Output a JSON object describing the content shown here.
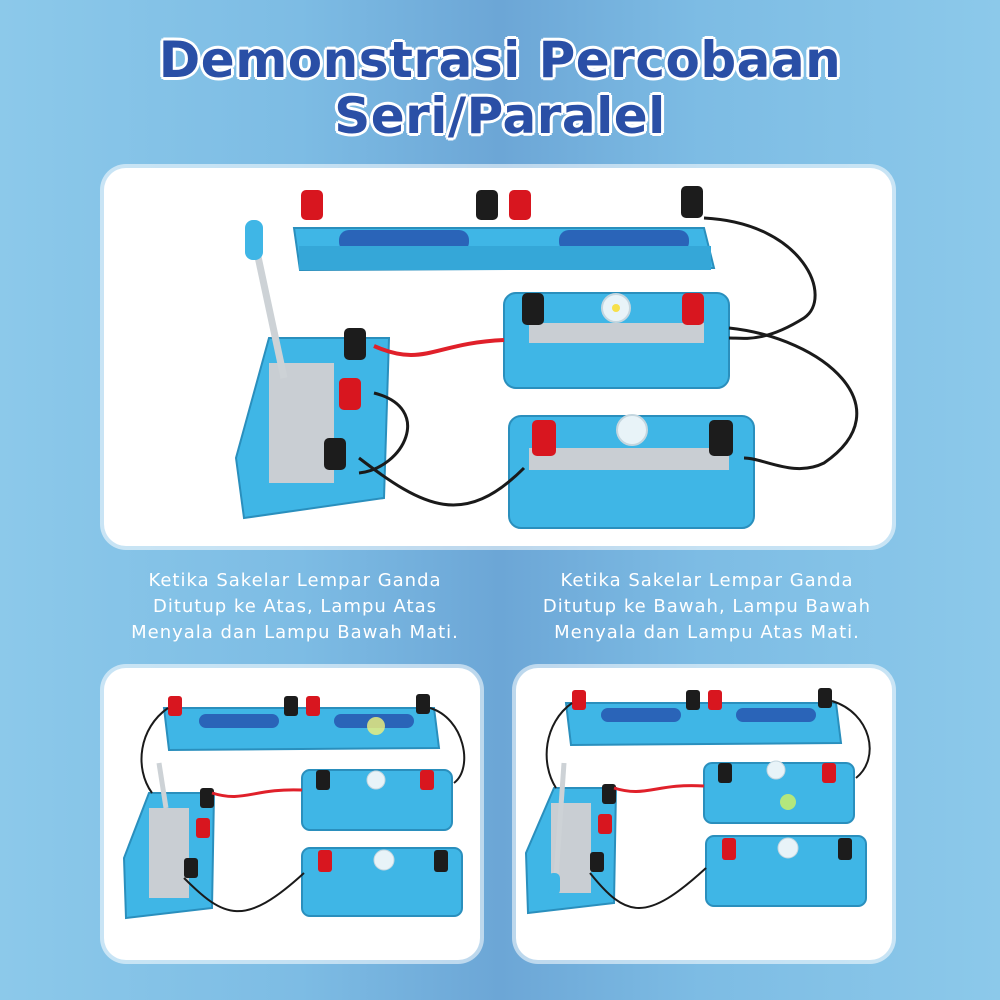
{
  "title": {
    "line1": "Demonstrasi Percobaan",
    "line2": "Seri/Paralel"
  },
  "captions": {
    "left": [
      "Ketika Sakelar Lempar Ganda",
      "Ditutup ke Atas, Lampu Atas",
      "Menyala dan Lampu Bawah Mati."
    ],
    "right": [
      "Ketika Sakelar Lempar Ganda",
      "Ditutup ke Bawah, Lampu Bawah",
      "Menyala dan Lampu Atas Mati."
    ]
  },
  "colors": {
    "title": "#2a4fa6",
    "board": "#3fb6e6",
    "terminal_red": "#d8161f",
    "terminal_black": "#1c1c1c",
    "wire_red": "#e0202a",
    "wire_black": "#1a1a1a"
  },
  "icons": [
    "battery-holder-icon",
    "double-throw-switch-icon",
    "lamp-board-icon",
    "bulb-icon",
    "terminal-icon"
  ],
  "lamp_state": {
    "left": {
      "upper_lamp": "on",
      "lower_lamp": "off"
    },
    "right": {
      "upper_lamp": "off",
      "lower_lamp": "on"
    }
  }
}
